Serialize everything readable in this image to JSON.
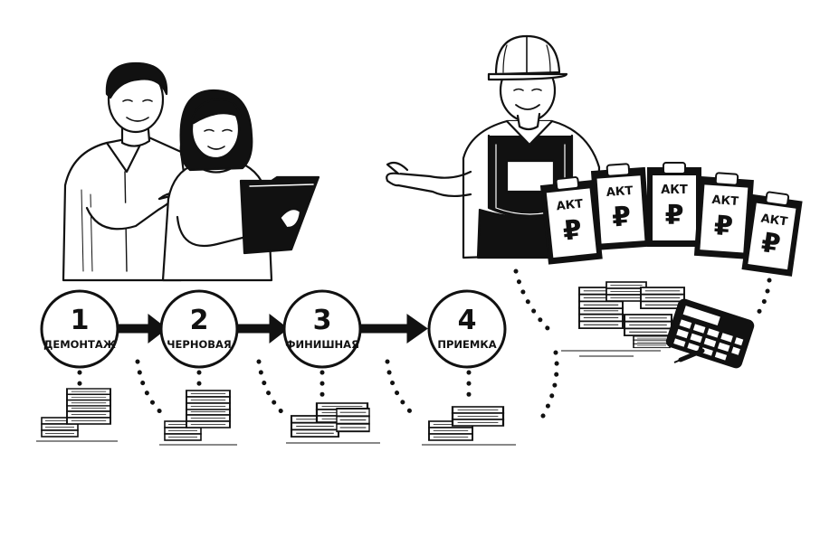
{
  "stages": [
    {
      "number": "1",
      "label": "ДЕМОНТАЖ"
    },
    {
      "number": "2",
      "label": "ЧЕРНОВАЯ"
    },
    {
      "number": "3",
      "label": "ФИНИШНАЯ"
    },
    {
      "number": "4",
      "label": "ПРИЕМКА"
    }
  ],
  "acts": [
    {
      "title": "АКТ",
      "symbol": "₽"
    },
    {
      "title": "АКТ",
      "symbol": "₽"
    },
    {
      "title": "АКТ",
      "symbol": "₽"
    },
    {
      "title": "АКТ",
      "symbol": "₽"
    },
    {
      "title": "АКТ",
      "symbol": "₽"
    }
  ],
  "colors": {
    "ink": "#111111",
    "paper": "#ffffff"
  },
  "icons": [
    "couple-illustration",
    "worker-illustration",
    "clipboard-icon",
    "money-stack-icon",
    "calculator-icon",
    "pen-icon",
    "arrow-right-icon"
  ]
}
